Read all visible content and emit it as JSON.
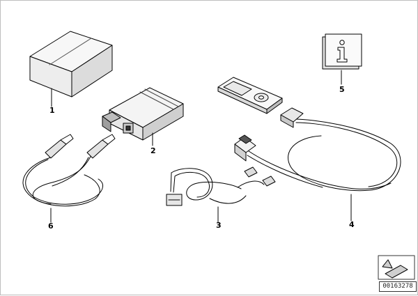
{
  "callouts": {
    "c1": "1",
    "c2": "2",
    "c3": "3",
    "c4": "4",
    "c5": "5",
    "c6": "6"
  },
  "doc_number": "00163278",
  "icons": {
    "info": "information-sign-icon",
    "nav": "navigation-arrow-icon"
  },
  "colors": {
    "line": "#000000",
    "fill_light": "#f4f4f4",
    "fill_mid": "#d9d9d9",
    "fill_dark": "#9e9e9e"
  }
}
